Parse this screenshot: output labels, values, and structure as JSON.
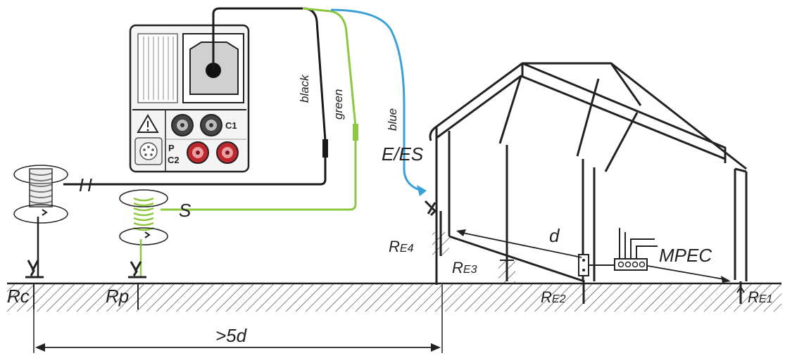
{
  "colors": {
    "black_wire": "#1a1a1a",
    "green_wire": "#8dc63f",
    "blue_wire": "#3aa0d8",
    "terminal_red": "#c0272d",
    "terminal_dark": "#444444"
  },
  "instrument": {
    "terminal_c1": "C1",
    "terminal_p": "P",
    "terminal_c2": "C2"
  },
  "wires": {
    "black": "black",
    "green": "green",
    "blue": "blue"
  },
  "probes": {
    "h": "H",
    "s": "S",
    "rc": "Rc",
    "rp": "Rp"
  },
  "earth": {
    "e_es": "E/ES",
    "re4_main": "R",
    "re4_sub": "E4",
    "re3_main": "R",
    "re3_sub": "E3",
    "re2_main": "R",
    "re2_sub": "E2",
    "re1_main": "R",
    "re1_sub": "E1"
  },
  "building": {
    "distance": "d",
    "mpec": "MPEC"
  },
  "spacing": {
    "label": ">5d"
  }
}
